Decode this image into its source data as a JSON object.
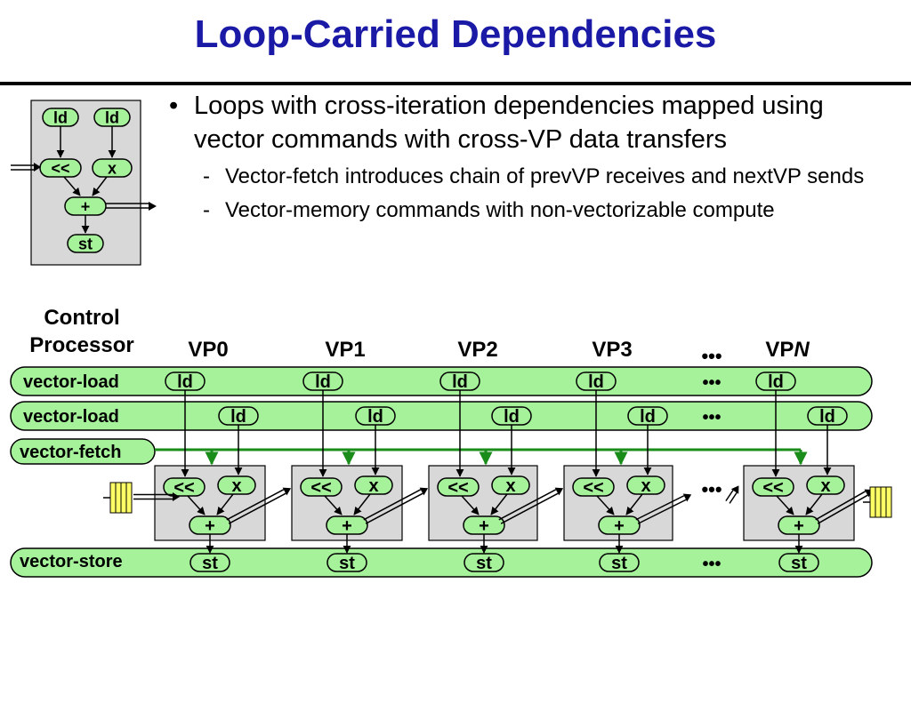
{
  "title": "Loop-Carried Dependencies",
  "bullets": [
    {
      "text": "Loops with cross-iteration dependencies mapped using vector commands with cross-VP data transfers",
      "subs": [
        "Vector-fetch introduces chain of prevVP receives and nextVP sends",
        "Vector-memory commands with non-vectorizable compute"
      ]
    }
  ],
  "control_processor": "Control Processor",
  "vp_labels": [
    "VP0",
    "VP1",
    "VP2",
    "VP3",
    "VP"
  ],
  "vp_last_suffix": "N",
  "ellipsis": "•••",
  "commands": {
    "load1": "vector-load",
    "load2": "vector-load",
    "fetch": "vector-fetch",
    "store": "vector-store"
  },
  "ops": {
    "ld": "ld",
    "shift": "<<",
    "mul": "x",
    "add": "+",
    "st": "st"
  },
  "colors": {
    "title": "#1a1aa6",
    "bar_fill": "#a6f29b",
    "box_fill": "#d8d8d8",
    "fetch_line": "#1a8c1a",
    "queue_fill": "#ffff66"
  }
}
